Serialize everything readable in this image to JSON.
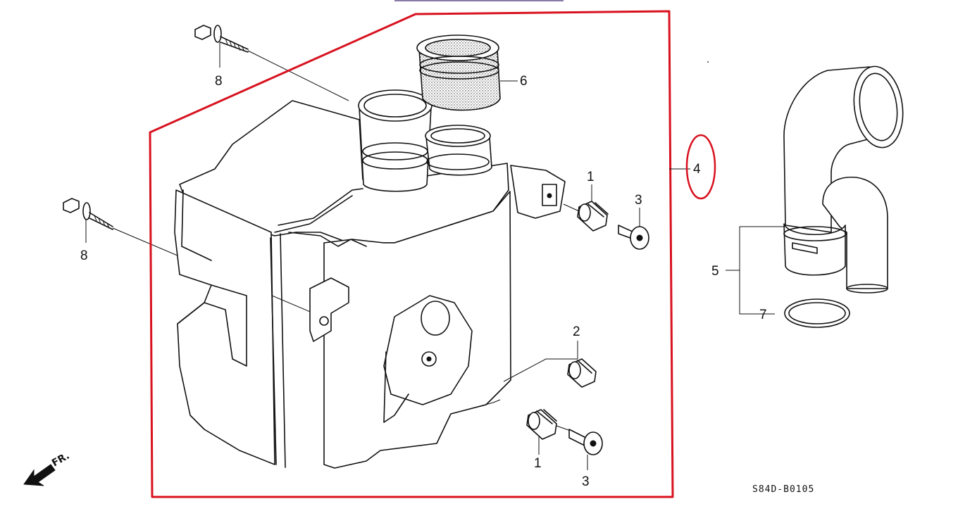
{
  "diagram": {
    "callouts": {
      "bolt_upper": "8",
      "bolt_lower": "8",
      "filter_element": "6",
      "assembly": "4",
      "grommet_upper": "1",
      "grommet_lower": "1",
      "grommet_middle": "2",
      "collar_upper": "3",
      "collar_lower": "3",
      "duct": "5",
      "o_ring": "7"
    },
    "direction_marker": "FR.",
    "drawing_code": "S84D-B0105",
    "colors": {
      "line": "#111111",
      "highlight": "#d8121f",
      "background": "#ffffff"
    }
  }
}
